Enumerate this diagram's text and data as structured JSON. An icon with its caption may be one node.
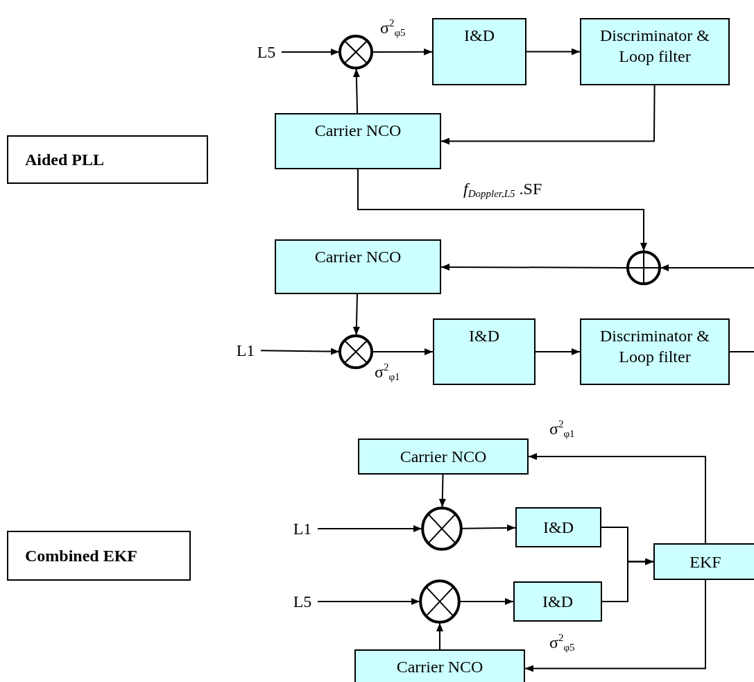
{
  "diagram": {
    "nodes": [
      {
        "text": [
          "Aided PLL"
        ]
      },
      {
        "text": [
          "L5"
        ]
      },
      {
        "text": [],
        "shape": "circle",
        "beside": [
          "σ$^{2}$$_{φ5}$"
        ]
      },
      {
        "text": [
          "I&D"
        ]
      },
      {
        "text": [
          "Discriminator & Loop filter"
        ]
      },
      {
        "text": [
          "Carrier NCO"
        ]
      },
      {
        "text": [],
        "shape": "circle"
      },
      {
        "text": [
          "Carrier NCO"
        ]
      },
      {
        "text": [
          "L1"
        ]
      },
      {
        "text": [],
        "shape": "circle",
        "beside": [
          "σ$^{2}$$_{φ1}$"
        ]
      },
      {
        "text": [
          "I&D"
        ]
      },
      {
        "text": [
          "Discriminator & Loop filter"
        ]
      },
      {
        "text": [
          "Combined EKF"
        ]
      },
      {
        "text": [
          "Carrier NCO"
        ]
      },
      {
        "text": [
          "L1"
        ]
      },
      {
        "text": [],
        "shape": "circle"
      },
      {
        "text": [
          "I&D"
        ]
      },
      {
        "text": [
          "L5"
        ]
      },
      {
        "text": [],
        "shape": "circle"
      },
      {
        "text": [
          "I&D"
        ]
      },
      {
        "text": [
          "EKF"
        ]
      },
      {
        "text": [
          "Carrier NCO"
        ]
      }
    ],
    "edges": [
      {
        "from": 1,
        "to": 2,
        "arrow": "to"
      },
      {
        "from": 2,
        "to": 3,
        "arrow": "to"
      },
      {
        "from": 3,
        "to": 4,
        "arrow": "to"
      },
      {
        "from": 4,
        "to": 5,
        "arrow": "to"
      },
      {
        "from": 5,
        "to": 2,
        "arrow": "to"
      },
      {
        "from": 5,
        "to": 6,
        "arrow": "to",
        "label": "*f*$_{Doppler,L5}$ .SF"
      },
      {
        "from": 6,
        "to": 7,
        "arrow": "to"
      },
      {
        "from": null,
        "to": 6,
        "arrow": "to"
      },
      {
        "from": 11,
        "to": null,
        "arrow": "none"
      },
      {
        "from": 7,
        "to": 9,
        "arrow": "to"
      },
      {
        "from": 8,
        "to": 9,
        "arrow": "to"
      },
      {
        "from": 9,
        "to": 10,
        "arrow": "to"
      },
      {
        "from": 10,
        "to": 11,
        "arrow": "to"
      },
      {
        "from": 13,
        "to": 15,
        "arrow": "to"
      },
      {
        "from": 14,
        "to": 15,
        "arrow": "to"
      },
      {
        "from": 15,
        "to": 16,
        "arrow": "to"
      },
      {
        "from": 17,
        "to": 18,
        "arrow": "to"
      },
      {
        "from": 18,
        "to": 19,
        "arrow": "to"
      },
      {
        "from": 21,
        "to": 18,
        "arrow": "to"
      },
      {
        "from": 16,
        "to": 20,
        "arrow": "to"
      },
      {
        "from": 19,
        "to": 20,
        "arrow": "to"
      },
      {
        "from": 20,
        "to": 13,
        "arrow": "to",
        "label": "σ$^{2}$$_{φ1}$"
      },
      {
        "from": 20,
        "to": 21,
        "arrow": "to",
        "label": "σ$^{2}$$_{φ5}$"
      }
    ]
  }
}
